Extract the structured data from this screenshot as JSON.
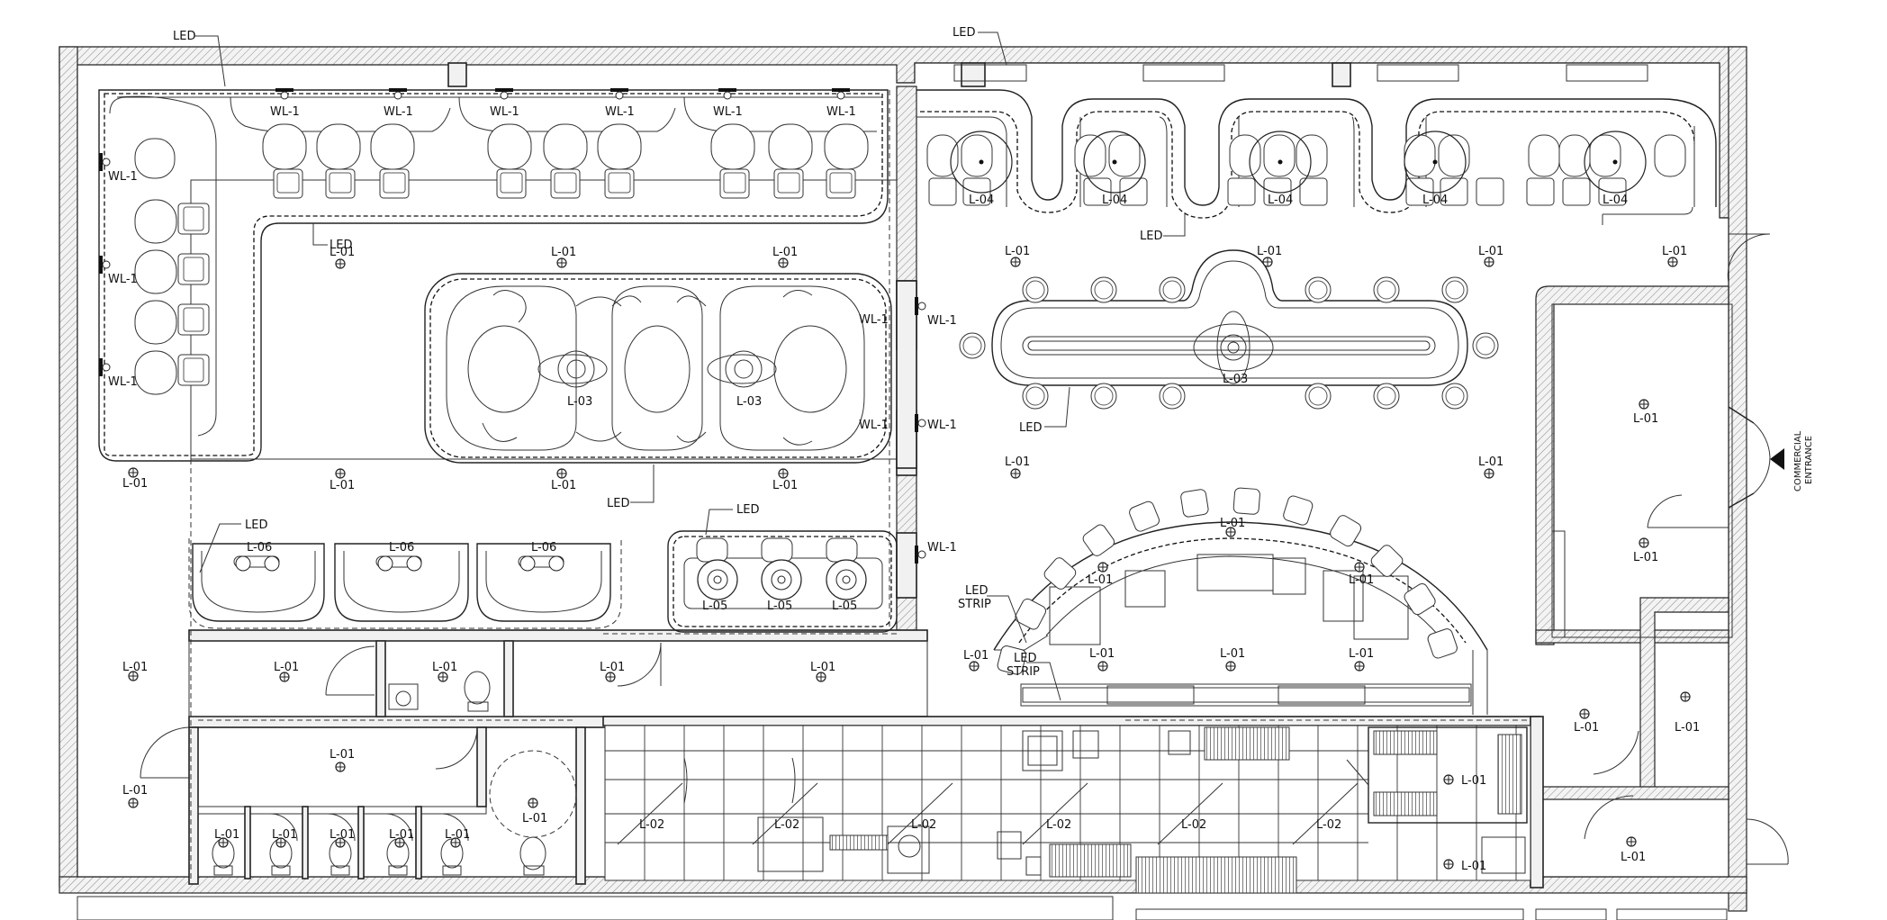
{
  "labels": {
    "led": "LED",
    "led_strip_line1": "LED",
    "led_strip_line2": "STRIP",
    "wall_light": "WL-1",
    "l01": "L-01",
    "l02": "L-02",
    "l03": "L-03",
    "l04": "L-04",
    "l05": "L-05",
    "l06": "L-06",
    "entrance_line1": "COMMERCIAL",
    "entrance_line2": "ENTRANCE"
  },
  "colors": {
    "line": "#222222",
    "background": "#ffffff",
    "wall_fill": "#f1f1f1"
  },
  "icons": {
    "downlight": "circle-crosshair-icon",
    "pendant": "pendant-light-icon",
    "wall_light": "wall-sconce-icon",
    "entrance_arrow": "triangle-left-icon"
  }
}
